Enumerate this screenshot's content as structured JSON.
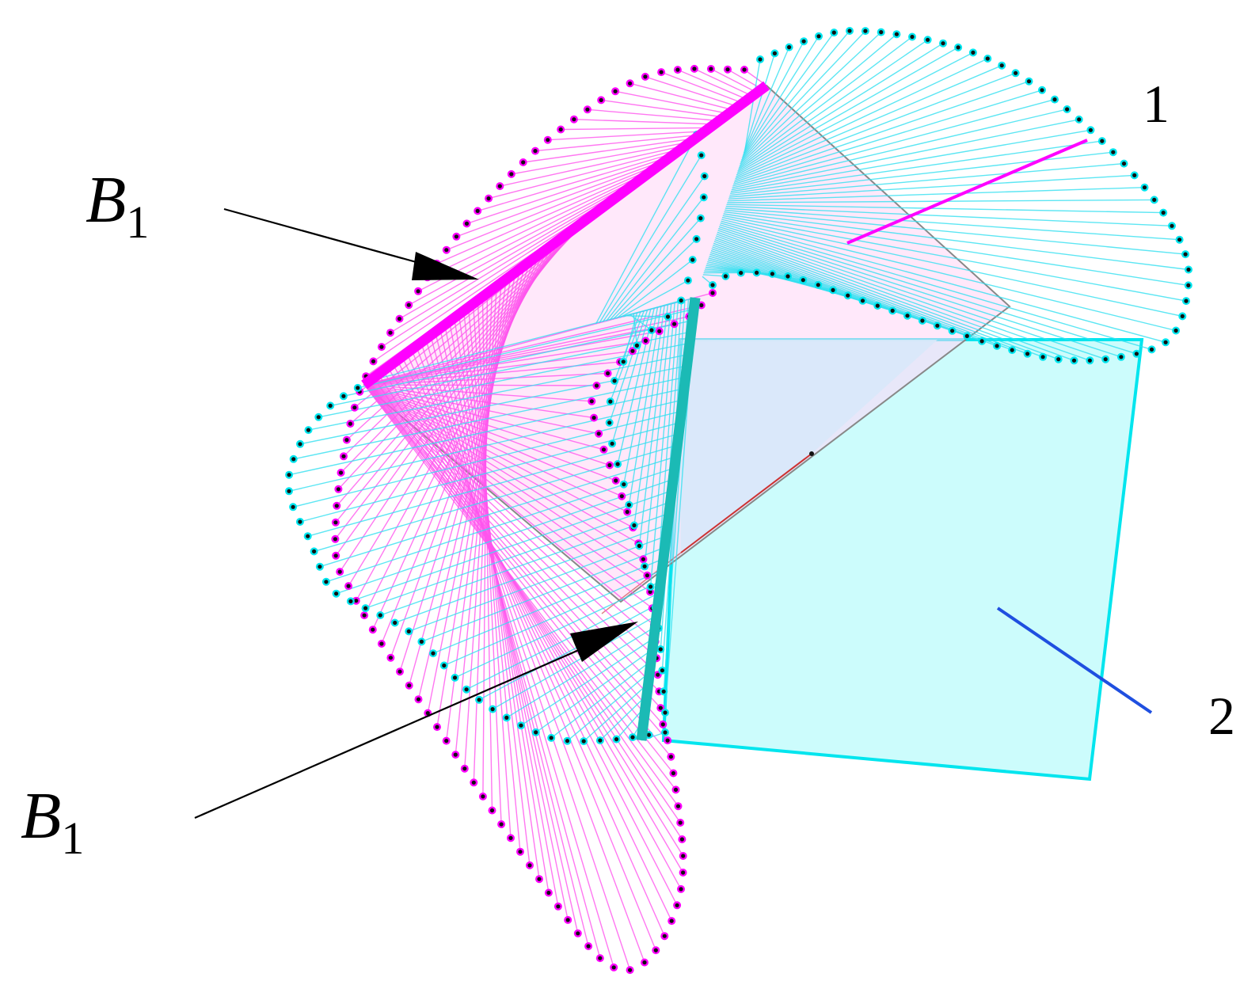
{
  "labels": {
    "one": "1",
    "two": "2",
    "b1_letter": "B",
    "b1_sub": "1",
    "b2_letter": "B",
    "b2_sub": "1"
  },
  "colors": {
    "magenta": "#ff00ff",
    "magenta_line": "#ff55ee",
    "magenta_fill": "#ffd6f6",
    "cyan": "#00e5ee",
    "cyan_line": "#33e0f0",
    "cyan_fill": "#ccfcfc",
    "teal": "#1bbab5",
    "overlap_fill": "#d8e8fa",
    "blue": "#1f4fe0",
    "gray": "#888888",
    "red": "#cc3333",
    "point": "#111111",
    "arrow": "#000000"
  }
}
